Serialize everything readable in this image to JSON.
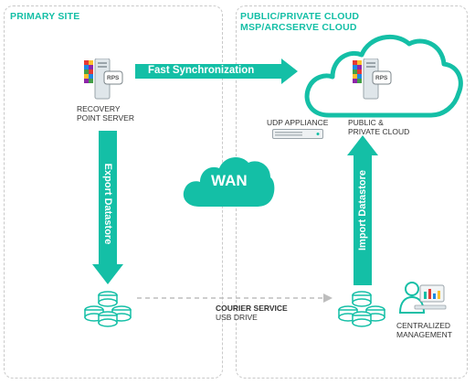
{
  "primary_site": {
    "title": "PRIMARY SITE"
  },
  "cloud_site": {
    "title_line1": "PUBLIC/PRIVATE CLOUD",
    "title_line2": "MSP/ARCSERVE CLOUD"
  },
  "rps_primary": {
    "badge": "RPS",
    "label_line1": "RECOVERY",
    "label_line2": "POINT SERVER"
  },
  "rps_cloud": {
    "badge": "RPS"
  },
  "fast_sync": {
    "label": "Fast Synchronization"
  },
  "udp_appliance": {
    "label": "UDP APPLIANCE"
  },
  "cloud_label": {
    "line1": "PUBLIC &",
    "line2": "PRIVATE CLOUD"
  },
  "wan": {
    "label": "WAN"
  },
  "export_datastore": {
    "label": "Export Datastore"
  },
  "import_datastore": {
    "label": "Import Datastore"
  },
  "courier": {
    "line1": "COURIER SERVICE",
    "line2": "USB DRIVE"
  },
  "management": {
    "line1": "CENTRALIZED",
    "line2": "MANAGEMENT"
  },
  "colors": {
    "accent": "#14bfa6",
    "dashed": "#c9c9c9",
    "text": "#333333"
  }
}
